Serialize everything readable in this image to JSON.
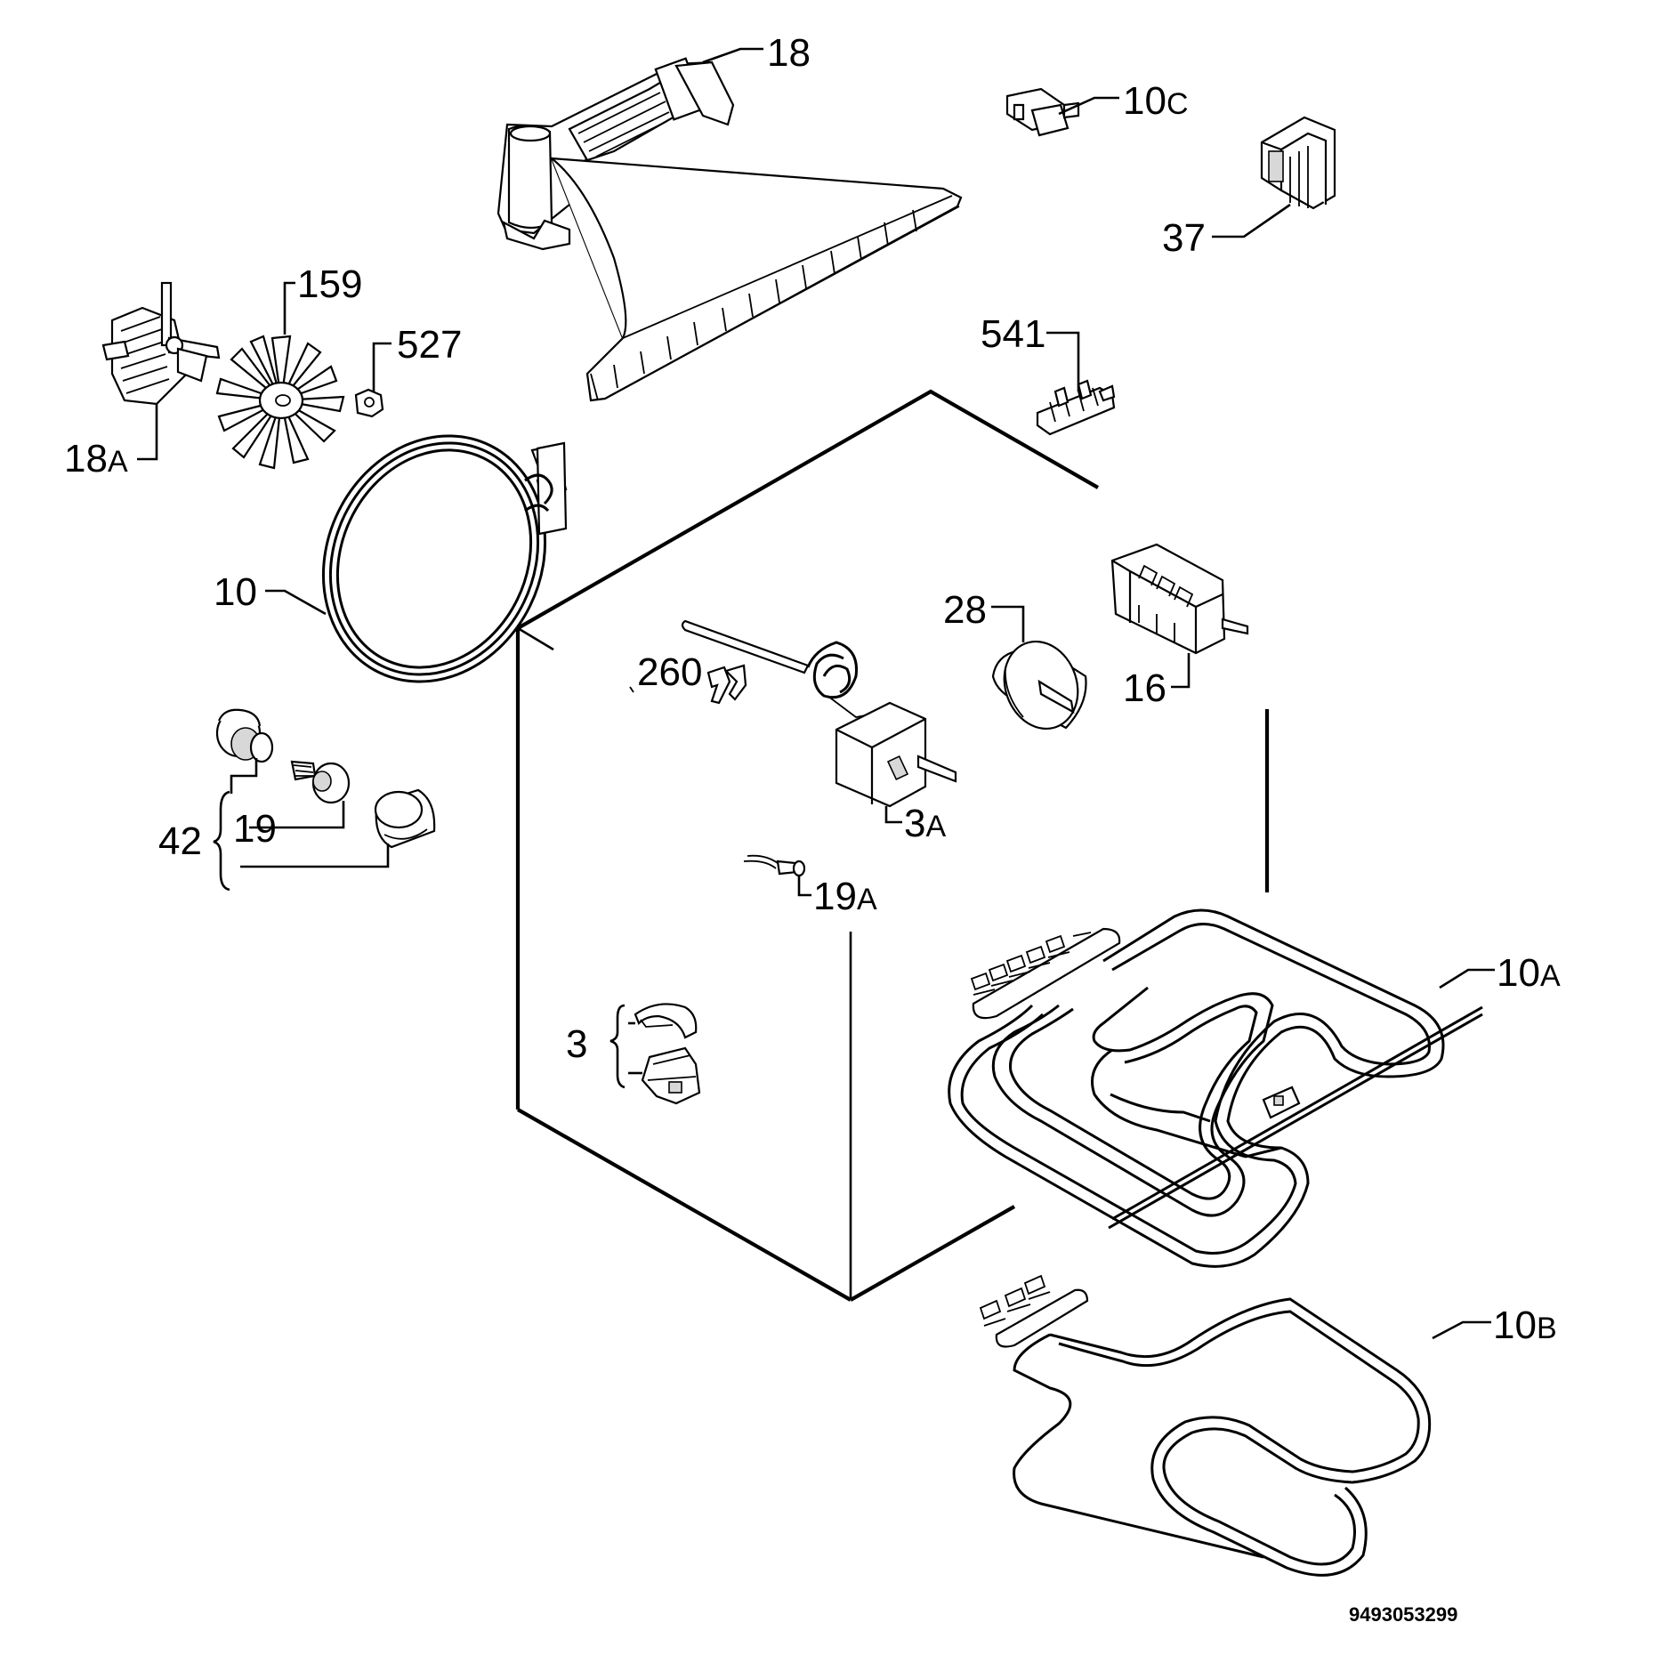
{
  "callouts": {
    "p18": {
      "num": "18",
      "suf": ""
    },
    "p10c": {
      "num": "10",
      "suf": "C"
    },
    "p37": {
      "num": "37",
      "suf": ""
    },
    "p159": {
      "num": "159",
      "suf": ""
    },
    "p527": {
      "num": "527",
      "suf": ""
    },
    "p18a": {
      "num": "18",
      "suf": "A"
    },
    "p541": {
      "num": "541",
      "suf": ""
    },
    "p10": {
      "num": "10",
      "suf": ""
    },
    "p28": {
      "num": "28",
      "suf": ""
    },
    "p16": {
      "num": "16",
      "suf": ""
    },
    "p260": {
      "num": "260",
      "suf": ""
    },
    "p3a": {
      "num": "3",
      "suf": "A"
    },
    "p42": {
      "num": "42",
      "suf": ""
    },
    "p19": {
      "num": "19",
      "suf": ""
    },
    "p19a": {
      "num": "19",
      "suf": "A"
    },
    "p10a": {
      "num": "10",
      "suf": "A"
    },
    "p3": {
      "num": "3",
      "suf": ""
    },
    "p10b": {
      "num": "10",
      "suf": "B"
    }
  },
  "drawing_code": "9493053299"
}
